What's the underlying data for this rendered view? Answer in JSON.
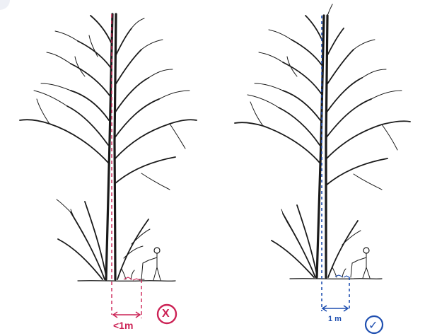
{
  "colors": {
    "wrong": "#cc2255",
    "right": "#1f4fb0",
    "ink": "#1a1a1a"
  },
  "left_panel": {
    "distance_label": "<1m",
    "status_icon": "cross-circle-icon",
    "status_symbol": "X"
  },
  "right_panel": {
    "distance_label": "1 m",
    "status_icon": "check-circle-icon",
    "status_symbol": "✓"
  }
}
